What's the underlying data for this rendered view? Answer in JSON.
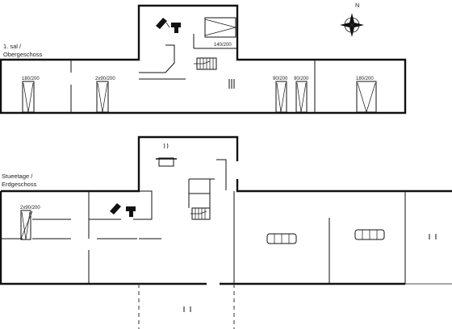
{
  "floors": {
    "upper": {
      "label_line1": "1. sal /",
      "label_line2": "Obergeschoss"
    },
    "ground": {
      "label_line1": "Stueetage /",
      "label_line2": "Erdgeschoss"
    }
  },
  "compass": {
    "north_label": "N"
  },
  "beds": {
    "upper_stair_room": "140/200",
    "upper_left_1": "180/200",
    "upper_left_2": "2x90/200",
    "upper_right_1": "90/200",
    "upper_right_2": "90/200",
    "upper_right_3": "180/200",
    "ground_left": "2x90/200"
  },
  "icons": [
    "toilet-icon",
    "stove-pot-icon",
    "sofa-icon",
    "compass-icon",
    "stairs-icon",
    "bed-icon"
  ]
}
